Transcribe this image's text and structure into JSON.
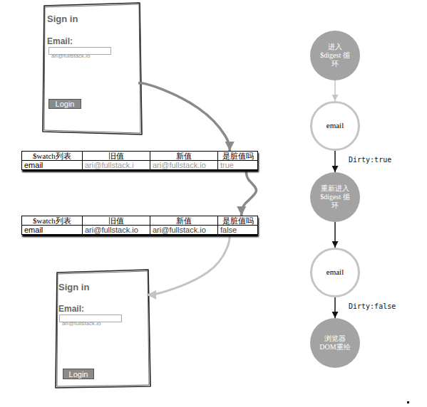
{
  "diagram": {
    "nodes": [
      {
        "text": [
          "Sign in",
          "Email:"
        ]
      },
      {
        "text": [
          "ari@fullstack.io"
        ],
        "in": 0
      },
      {
        "text": [
          "Login"
        ],
        "in": 0
      },
      {
        "text": [
          "$watch列表",
          "旧值",
          "新值",
          "是脏值吗",
          "email",
          "ari@fullstack.i",
          "ari@fullstack.io",
          "true"
        ]
      },
      {
        "text": [
          "$watch列表",
          "旧值",
          "新值",
          "是脏值吗",
          "email",
          "ari@fullstack.io",
          "ari@fullstack.io",
          "false"
        ]
      },
      {
        "text": [
          "Sign in",
          "Email:"
        ]
      },
      {
        "text": [
          "ari@fullstack.io"
        ],
        "in": 5
      },
      {
        "text": [
          "Login"
        ],
        "in": 5
      },
      {
        "text": [
          "进入 $digest 循环"
        ]
      },
      {
        "text": [
          "email"
        ]
      },
      {
        "text": [
          "重新进入 $digest 循环"
        ]
      },
      {
        "text": [
          "email"
        ]
      },
      {
        "text": [
          "浏览器 DOM重绘"
        ]
      }
    ],
    "edges": [
      {
        "from": 0,
        "to": 3,
        "arrow": "to"
      },
      {
        "from": 3,
        "to": 4,
        "arrow": "to"
      },
      {
        "from": 4,
        "to": 5,
        "arrow": "to"
      },
      {
        "from": 8,
        "to": 9,
        "arrow": "to"
      },
      {
        "from": 9,
        "to": 10,
        "label": "Dirty:true",
        "arrow": "to"
      },
      {
        "from": 10,
        "to": 11,
        "arrow": "to"
      },
      {
        "from": 11,
        "to": 12,
        "label": "Dirty:false",
        "arrow": "to"
      }
    ]
  }
}
